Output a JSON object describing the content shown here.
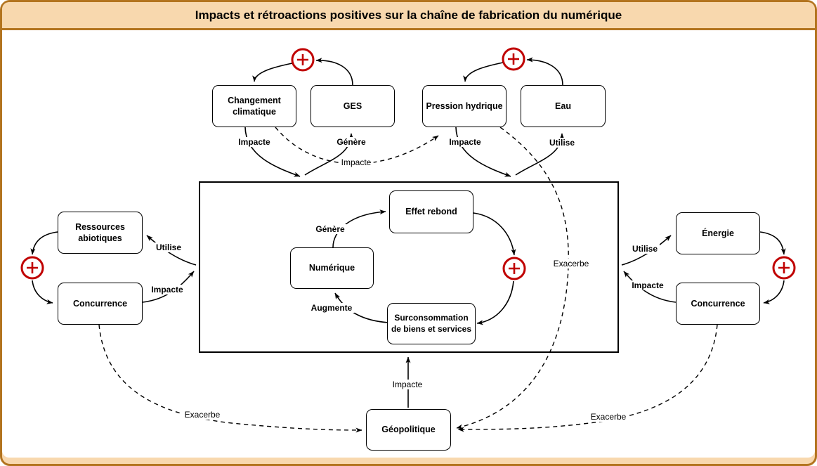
{
  "title": "Impacts et rétroactions positives sur la chaîne de fabrication du numérique",
  "colors": {
    "frame_border": "#b3741f",
    "frame_fill": "#f8d8ae",
    "feedback_plus_red": "#c00000",
    "line": "#000000",
    "node_fill": "#ffffff"
  },
  "labels": {
    "impacte": "Impacte",
    "genere": "Génère",
    "utilise": "Utilise",
    "augmente": "Augmente",
    "exacerbe": "Exacerbe"
  },
  "nodes": {
    "changement_climatique": "Changement climatique",
    "ges": "GES",
    "pression_hydrique": "Pression hydrique",
    "eau": "Eau",
    "ressources_abiotiques": "Ressources abiotiques",
    "concurrence_left": "Concurrence",
    "energie": "Énergie",
    "concurrence_right": "Concurrence",
    "effet_rebond": "Effet rebond",
    "numerique": "Numérique",
    "surconsommation": "Surconsommation de biens et services",
    "geopolitique": "Géopolitique"
  }
}
